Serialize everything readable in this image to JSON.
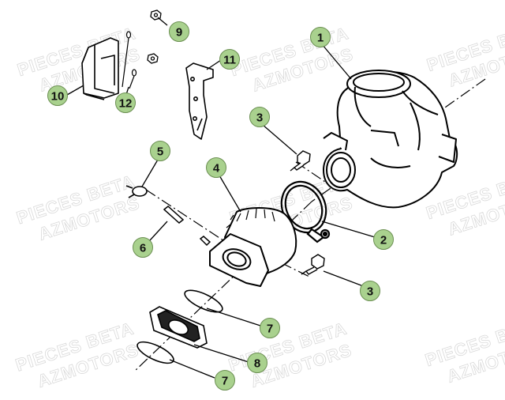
{
  "watermark": {
    "line1": "PIECES BETA",
    "line2": "AZMOTORS"
  },
  "callouts": [
    {
      "id": "c1",
      "label": "1"
    },
    {
      "id": "c2",
      "label": "2"
    },
    {
      "id": "c3a",
      "label": "3"
    },
    {
      "id": "c3b",
      "label": "3"
    },
    {
      "id": "c4",
      "label": "4"
    },
    {
      "id": "c5",
      "label": "5"
    },
    {
      "id": "c6",
      "label": "6"
    },
    {
      "id": "c7a",
      "label": "7"
    },
    {
      "id": "c7b",
      "label": "7"
    },
    {
      "id": "c8",
      "label": "8"
    },
    {
      "id": "c9",
      "label": "9"
    },
    {
      "id": "c10",
      "label": "10"
    },
    {
      "id": "c11",
      "label": "11"
    },
    {
      "id": "c12",
      "label": "12"
    }
  ],
  "colors": {
    "callout_fill": "#a9d18e",
    "callout_stroke": "#6b8f52",
    "line": "#000000",
    "watermark": "#d9d9d9"
  }
}
